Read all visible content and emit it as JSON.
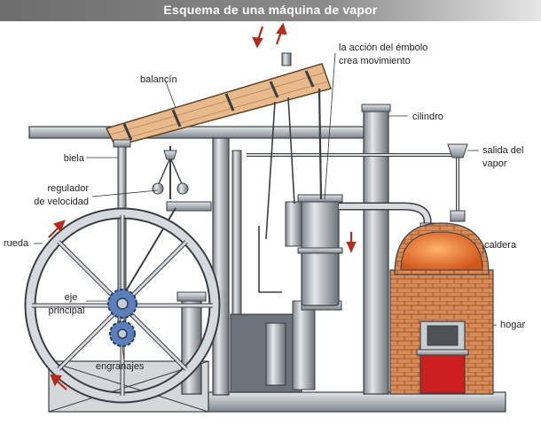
{
  "title": "Esquema de una máquina de vapor",
  "labels": {
    "balancin": "balancín",
    "piston_line1": "la acción del émbolo",
    "piston_line2": "crea movimiento",
    "cilindro": "cilindro",
    "biela": "biela",
    "salida_line1": "salida del",
    "salida_line2": "vapor",
    "regulador_line1": "regulador",
    "regulador_line2": "de velocidad",
    "rueda": "rueda",
    "caldera": "caldera",
    "eje_line1": "eje",
    "eje_line2": "principal",
    "hogar": "hogar",
    "engranajes": "engranajes"
  },
  "colors": {
    "title_bar": "#7a7a7a",
    "metal_light": "#c9cdd1",
    "metal_dark": "#5f666c",
    "beam_wood": "#e8b98a",
    "boiler_orange": "#e8742a",
    "brick": "#d98b55",
    "furnace_red": "#cc1f1f",
    "arrow_red": "#b52a1a"
  }
}
